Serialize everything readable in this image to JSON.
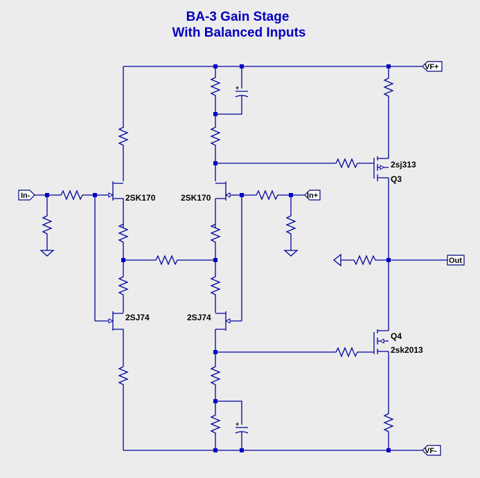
{
  "title": {
    "line1": "BA-3 Gain Stage",
    "line2": "With Balanced Inputs"
  },
  "ports": {
    "vf_plus": "VF+",
    "vf_minus": "VF-",
    "in_minus": "In-",
    "in_plus": "In+",
    "out": "Out"
  },
  "components": {
    "jfet_n_left": "2SK170",
    "jfet_n_right": "2SK170",
    "jfet_p_left": "2SJ74",
    "jfet_p_right": "2SJ74",
    "q3_part": "2sj313",
    "q3_ref": "Q3",
    "q4_ref": "Q4",
    "q4_part": "2sk2013"
  },
  "colors": {
    "wire": "#0000a0",
    "title": "#0000c0",
    "background": "#ececec"
  }
}
